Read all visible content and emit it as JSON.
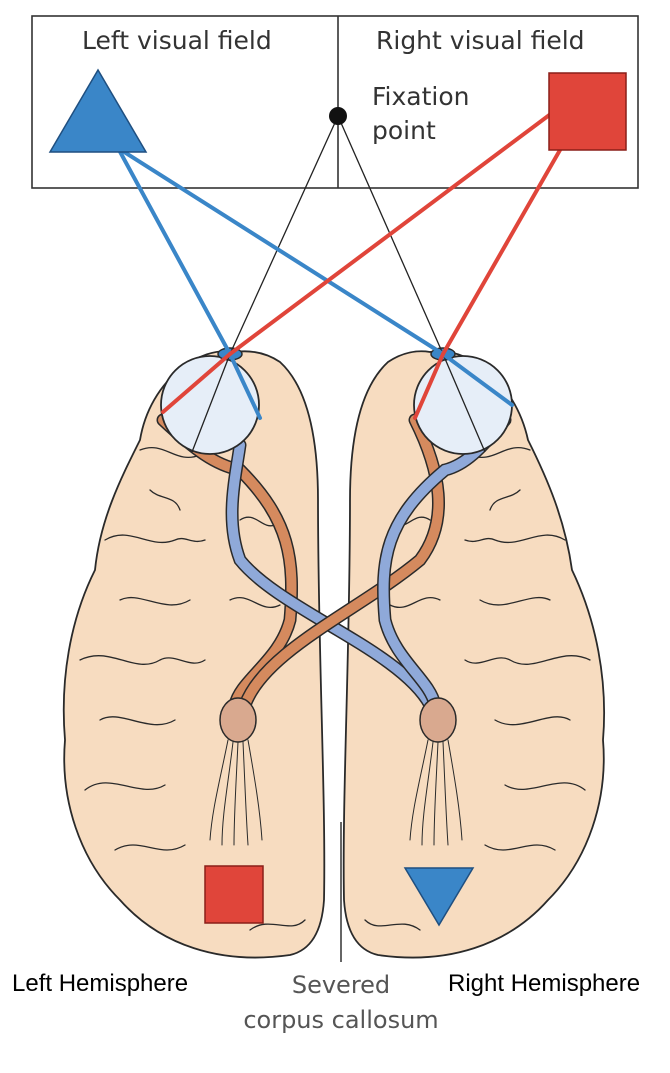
{
  "labels": {
    "left_field": "Left visual field",
    "right_field": "Right visual field",
    "fixation_line1": "Fixation",
    "fixation_line2": "point",
    "left_hemisphere": "Left Hemisphere",
    "right_hemisphere": "Right Hemisphere",
    "severed_line1": "Severed",
    "severed_line2": "corpus callosum"
  },
  "colors": {
    "blue": "#3a86c8",
    "red": "#e0453a",
    "brain_fill": "#f7dcc0",
    "brain_stroke": "#2a2a2a",
    "eye_fill": "#e6eef8",
    "blue_tract": "#8fa9d9",
    "orange_tract": "#d58a5e",
    "lgn": "#d9a98f"
  },
  "icons": {
    "left_stimulus": "triangle-up-icon",
    "right_stimulus": "square-icon",
    "left_brain_percept": "square-icon",
    "right_brain_percept": "triangle-down-icon"
  }
}
